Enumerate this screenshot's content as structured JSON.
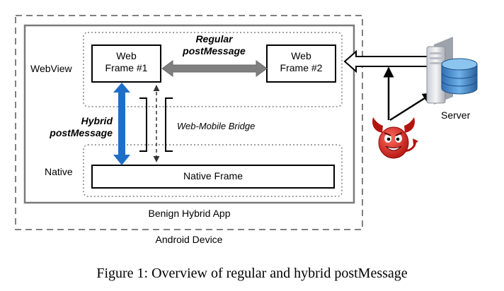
{
  "diagram": {
    "android_device_label": "Android Device",
    "hybrid_app_label": "Benign Hybrid App",
    "webview_label": "WebView",
    "native_label": "Native",
    "web_frame_1_label": "Web\nFrame #1",
    "web_frame_2_label": "Web\nFrame #2",
    "native_frame_label": "Native Frame",
    "regular_postmessage_label": "Regular\npostMessage",
    "hybrid_postmessage_label": "Hybrid\npostMessage",
    "bridge_label": "Web-Mobile Bridge",
    "server_label": "Server",
    "attacker_icon": "devil-icon",
    "server_icon": "server-database-icon"
  },
  "caption": "Figure 1: Overview of regular and hybrid postMessage",
  "colors": {
    "hybrid_arrow": "#1f6fc8",
    "regular_arrow": "#7f7f7f",
    "dashed_border": "#808080",
    "devil": "#d6201c"
  }
}
